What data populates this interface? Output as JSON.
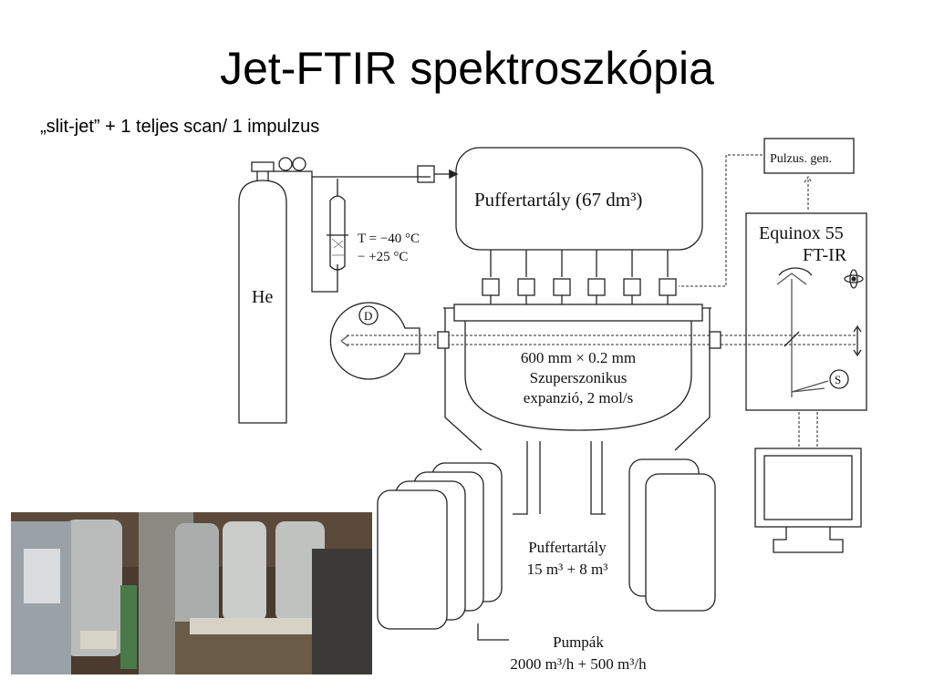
{
  "slide": {
    "title": "Jet-FTIR spektroszkópia",
    "subtitle": "„slit-jet” + 1 teljes scan/ 1 impulzus"
  },
  "diagram": {
    "gas_label": "He",
    "pulse_gen_label": "Pulzus. gen.",
    "buffer_top_label": "Puffertartály (67 dm³)",
    "temp_line1": "T = −40 °C",
    "temp_line2": "− +25 °C",
    "spectrometer_line1": "Equinox 55",
    "spectrometer_line2": "FT-IR",
    "detector_label": "D",
    "source_label": "S",
    "chamber_line1": "600 mm × 0.2 mm",
    "chamber_line2": "Szuperszonikus",
    "chamber_line3": "expanzió, 2 mol/s",
    "buffer_bottom_line1": "Puffertartály",
    "buffer_bottom_line2": "15 m³ + 8 m³",
    "pumps_line1": "Pumpák",
    "pumps_line2": "2000 m³/h + 500 m³/h"
  },
  "photo": {
    "description_icon": "lab-photo"
  },
  "colors": {
    "line": "#222222",
    "dashed": "#555555",
    "background": "#ffffff"
  }
}
